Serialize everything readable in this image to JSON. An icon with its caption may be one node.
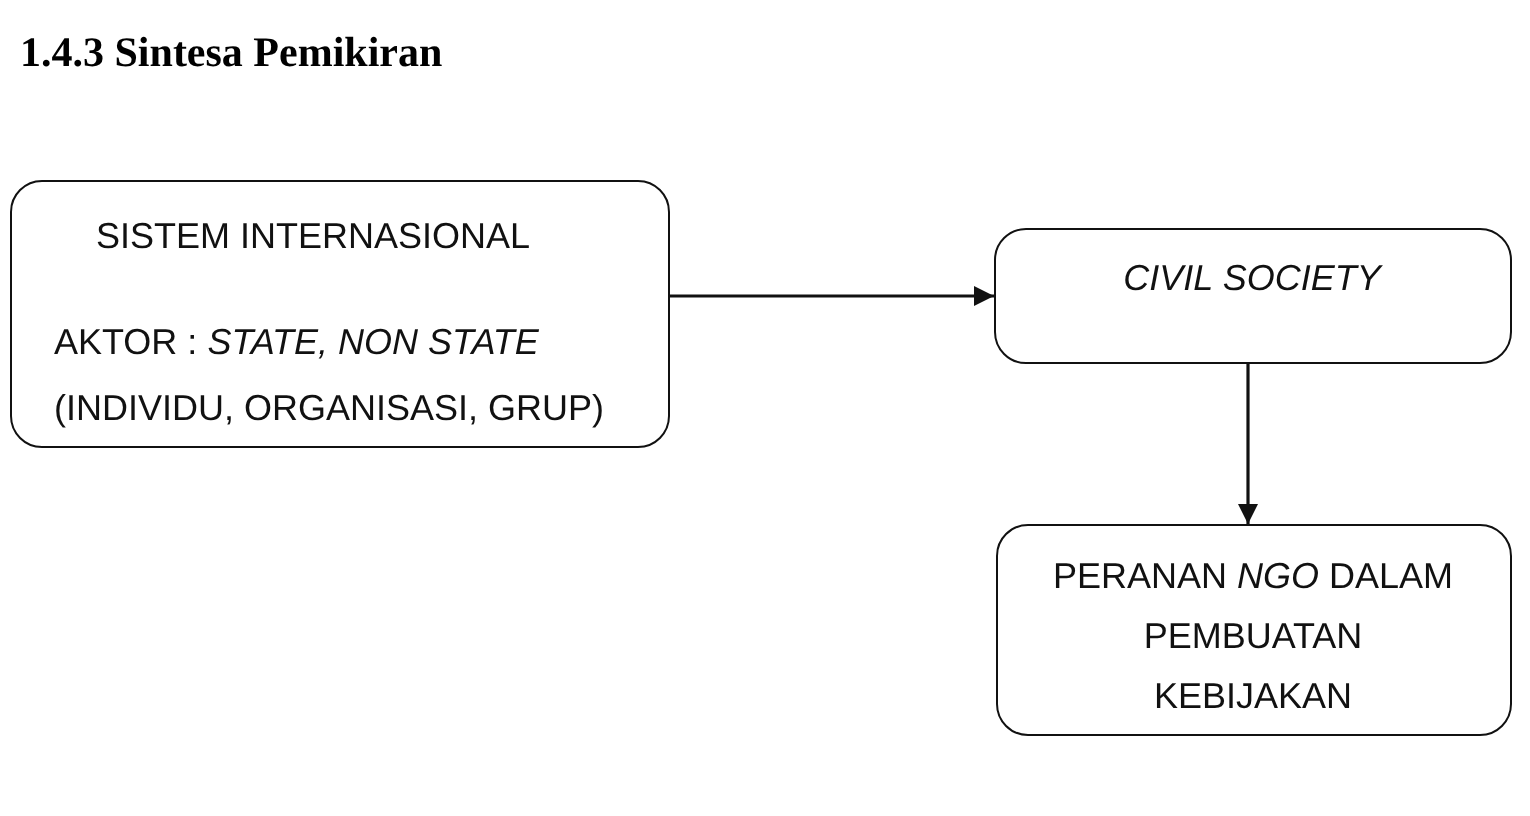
{
  "diagram": {
    "title": "1.4.3 Sintesa Pemikiran",
    "nodes": [
      {
        "text": [
          "SISTEM INTERNASIONAL",
          "AKTOR : *STATE, NON STATE* (INDIVIDU, ORGANISASI, GRUP)"
        ]
      },
      {
        "text": [
          "CIVIL SOCIETY"
        ]
      },
      {
        "text": [
          "PERANAN *NGO* DALAM PEMBUATAN KEBIJAKAN"
        ]
      }
    ],
    "edges": [
      {
        "from": 0,
        "to": 1,
        "arrow": "to"
      },
      {
        "from": 1,
        "to": 2,
        "arrow": "to"
      }
    ]
  }
}
